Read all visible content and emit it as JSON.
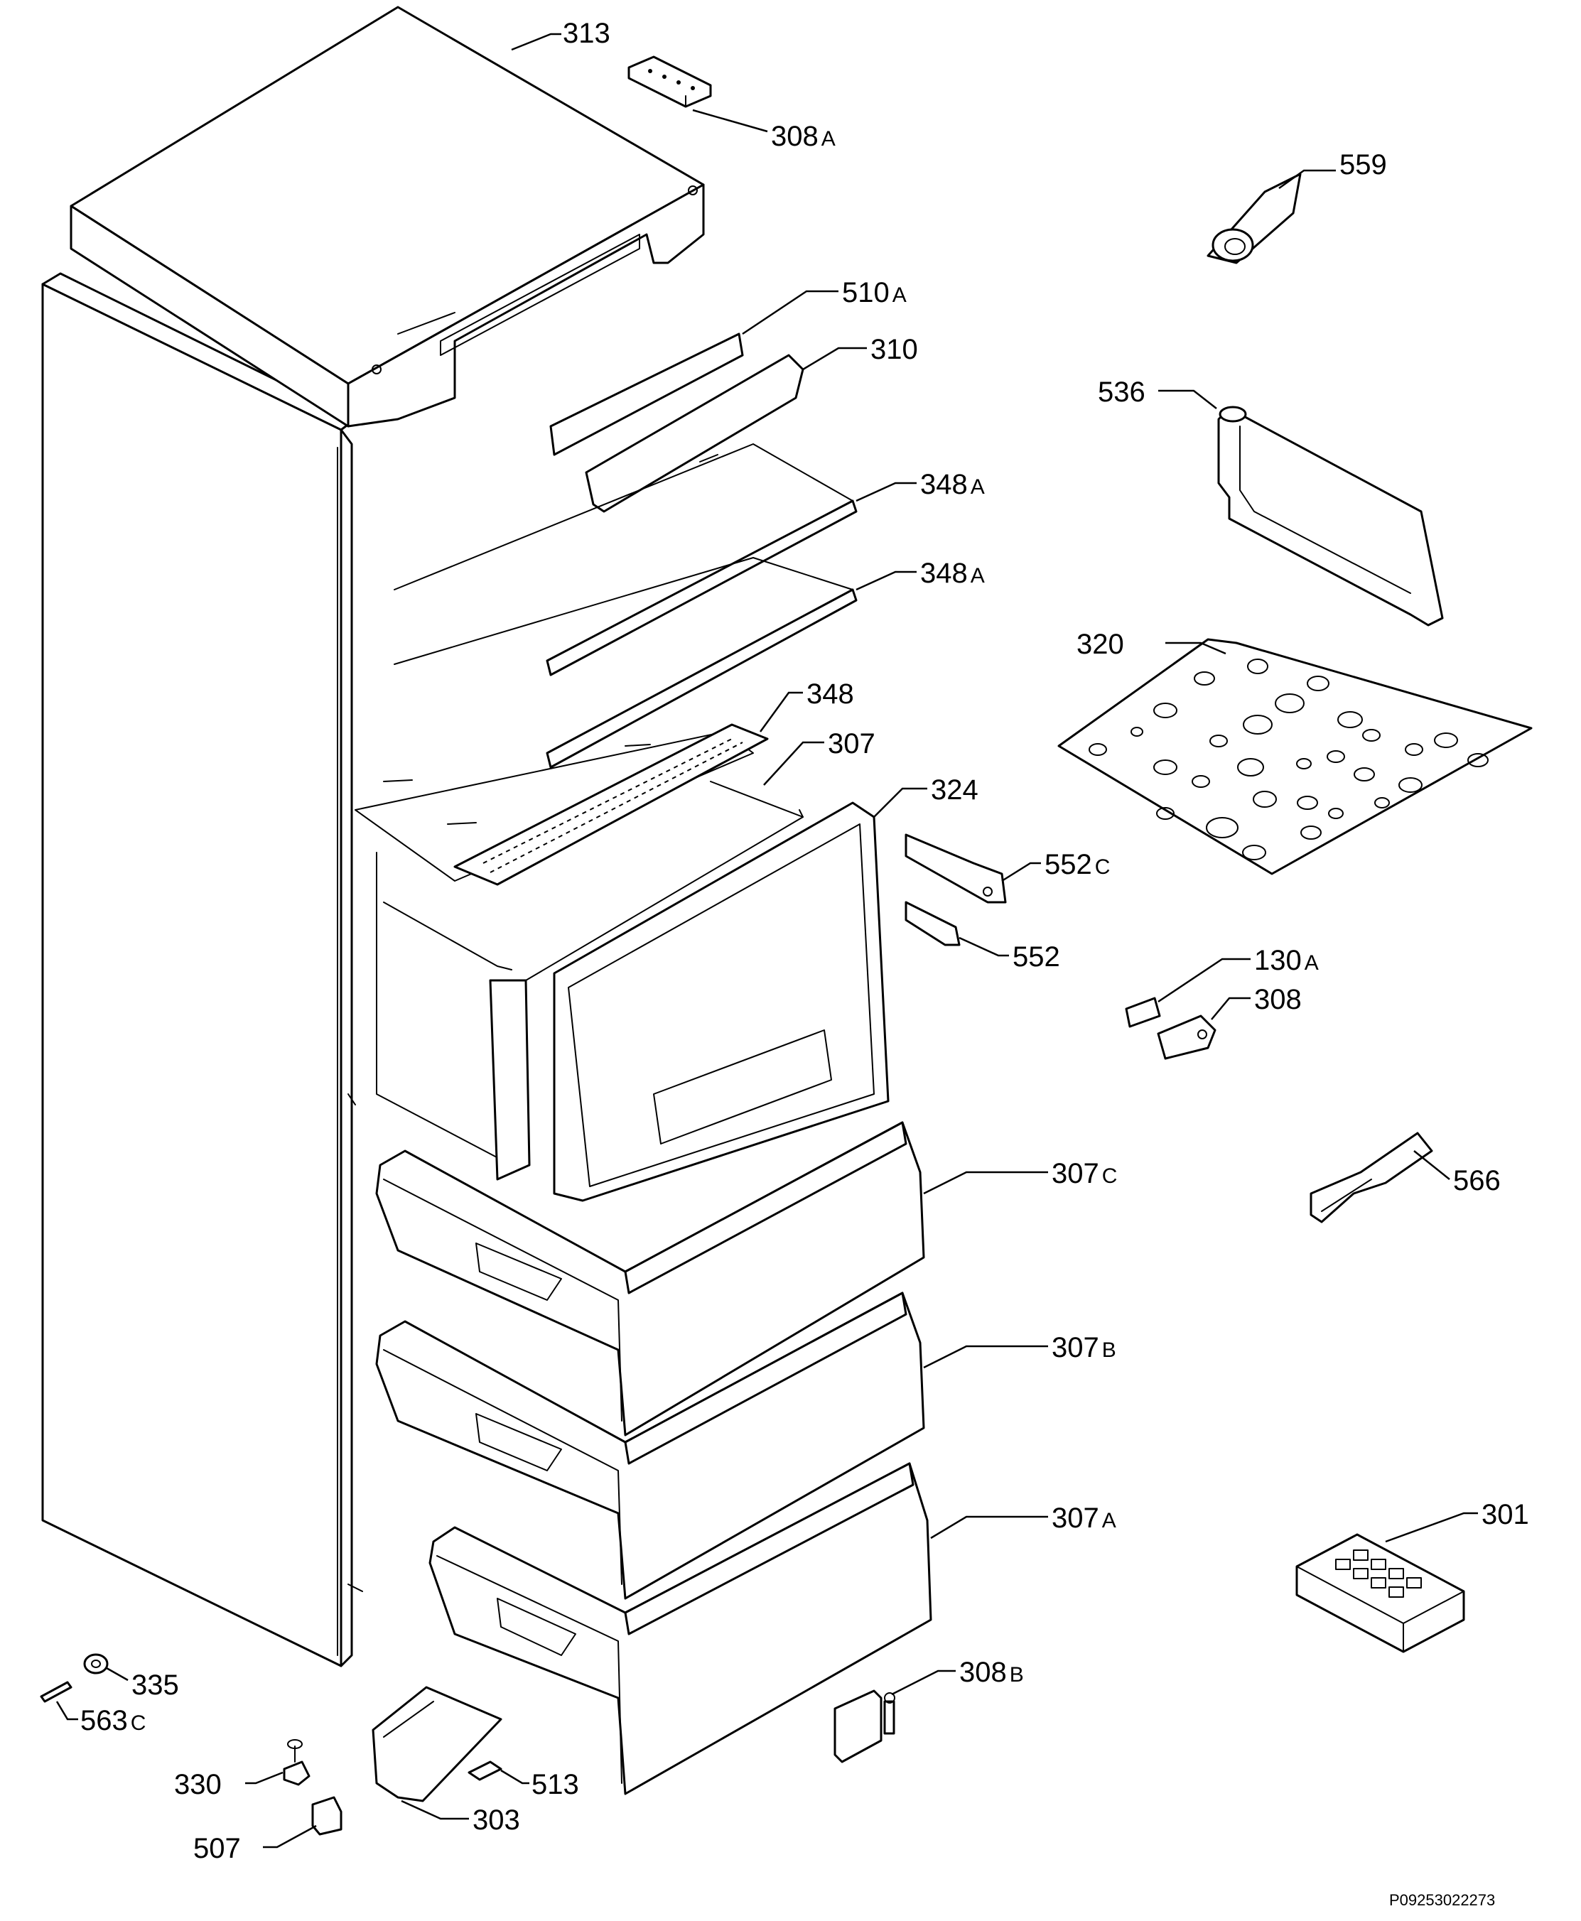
{
  "parts": {
    "p313": {
      "num": "313",
      "sfx": ""
    },
    "p308a": {
      "num": "308",
      "sfx": "A"
    },
    "p559": {
      "num": "559",
      "sfx": ""
    },
    "p510a": {
      "num": "510",
      "sfx": "A"
    },
    "p310": {
      "num": "310",
      "sfx": ""
    },
    "p536": {
      "num": "536",
      "sfx": ""
    },
    "p348a1": {
      "num": "348",
      "sfx": "A"
    },
    "p348a2": {
      "num": "348",
      "sfx": "A"
    },
    "p320": {
      "num": "320",
      "sfx": ""
    },
    "p348": {
      "num": "348",
      "sfx": ""
    },
    "p307": {
      "num": "307",
      "sfx": ""
    },
    "p324": {
      "num": "324",
      "sfx": ""
    },
    "p552c": {
      "num": "552",
      "sfx": "C"
    },
    "p552": {
      "num": "552",
      "sfx": ""
    },
    "p130a": {
      "num": "130",
      "sfx": "A"
    },
    "p308": {
      "num": "308",
      "sfx": ""
    },
    "p566": {
      "num": "566",
      "sfx": ""
    },
    "p307c": {
      "num": "307",
      "sfx": "C"
    },
    "p307b": {
      "num": "307",
      "sfx": "B"
    },
    "p307a": {
      "num": "307",
      "sfx": "A"
    },
    "p301": {
      "num": "301",
      "sfx": ""
    },
    "p335": {
      "num": "335",
      "sfx": ""
    },
    "p563c": {
      "num": "563",
      "sfx": "C"
    },
    "p308b": {
      "num": "308",
      "sfx": "B"
    },
    "p330": {
      "num": "330",
      "sfx": ""
    },
    "p513": {
      "num": "513",
      "sfx": ""
    },
    "p507": {
      "num": "507",
      "sfx": ""
    },
    "p303": {
      "num": "303",
      "sfx": ""
    }
  },
  "drawing_code": "P09253022273"
}
